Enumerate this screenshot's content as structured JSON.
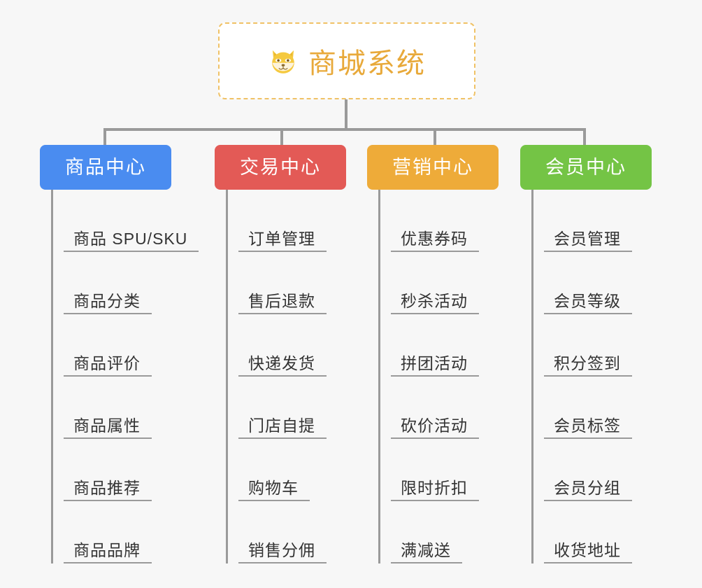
{
  "diagram": {
    "type": "organization-mindmap",
    "background_color": "#f7f7f7",
    "connector_color": "#9a9a9a",
    "root": {
      "icon": "shiba-inu-dog-face-emoji",
      "title": "商城系统",
      "title_color": "#e8a93a",
      "border_color": "#f0c266",
      "border_style": "dashed",
      "background_color": "#ffffff"
    },
    "branches": [
      {
        "label": "商品中心",
        "color": "#4a8cf0",
        "text_color": "#ffffff",
        "items": [
          "商品 SPU/SKU",
          "商品分类",
          "商品评价",
          "商品属性",
          "商品推荐",
          "商品品牌"
        ]
      },
      {
        "label": "交易中心",
        "color": "#e35a56",
        "text_color": "#ffffff",
        "items": [
          "订单管理",
          "售后退款",
          "快递发货",
          "门店自提",
          "购物车",
          "销售分佣"
        ]
      },
      {
        "label": "营销中心",
        "color": "#eeab39",
        "text_color": "#ffffff",
        "items": [
          "优惠券码",
          "秒杀活动",
          "拼团活动",
          "砍价活动",
          "限时折扣",
          "满减送"
        ]
      },
      {
        "label": "会员中心",
        "color": "#74c445",
        "text_color": "#ffffff",
        "items": [
          "会员管理",
          "会员等级",
          "积分签到",
          "会员标签",
          "会员分组",
          "收货地址"
        ]
      }
    ]
  }
}
